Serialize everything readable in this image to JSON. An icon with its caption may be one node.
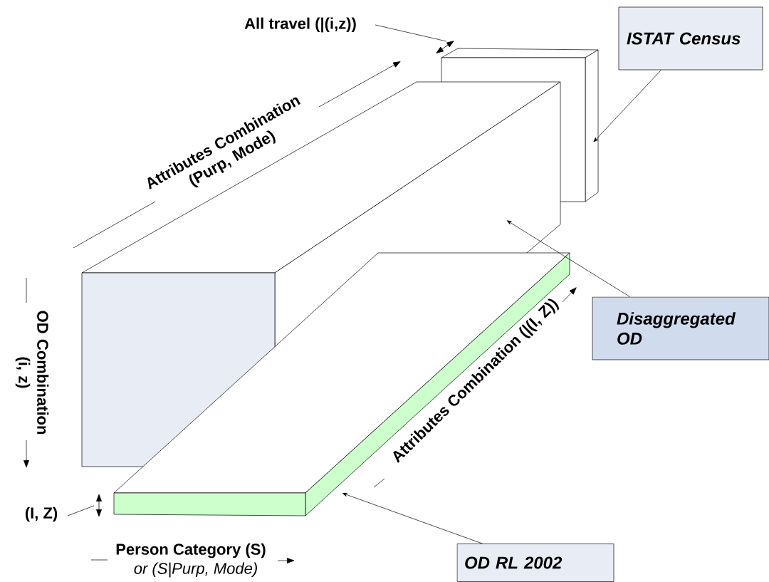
{
  "diagram": {
    "nodes": [
      {
        "text": [
          "ISTAT Census"
        ]
      },
      {
        "text": [],
        "shape": "box"
      },
      {
        "text": [
          "Disaggregated OD"
        ]
      },
      {
        "text": [],
        "shape": "box"
      },
      {
        "text": [
          "OD RL 2002"
        ]
      },
      {
        "text": [],
        "shape": "box"
      }
    ],
    "edges": [
      {
        "from": 0,
        "to": 1,
        "arrow": "to"
      },
      {
        "from": 2,
        "to": 3,
        "arrow": "to"
      },
      {
        "from": 4,
        "to": 5,
        "arrow": "to"
      }
    ],
    "labels": [
      "All travel (|(i,z))",
      "Attributes Combination (Purp, Mode)",
      "OD Combination (i, z)",
      "Attributes Combination (|(I, Z))",
      "(I, Z)",
      "Person Category (S)",
      "or (S|Purp, Mode)"
    ]
  }
}
